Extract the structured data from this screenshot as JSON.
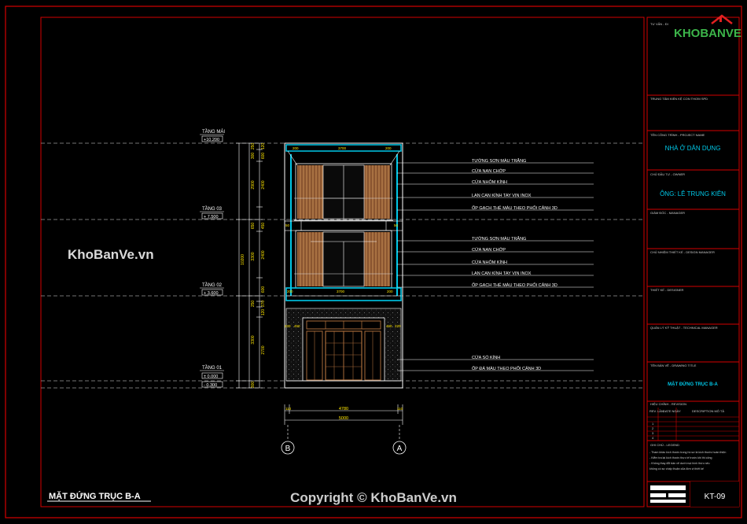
{
  "title_block": {
    "top_label": "TƯ VẤN - ĐI",
    "brand": "KHOBANVE",
    "consultant_label": "TRUNG TÂM KIẾN KỆ CON THƠM SPD",
    "project_label": "TÊN CÔNG TRÌNH - PROJECT NAME",
    "project_name": "NHÀ Ở DÂN DỤNG",
    "owner_label": "CHỦ ĐẦU TƯ - OWNER",
    "owner_name": "ÔNG: LÊ TRUNG KIÊN",
    "manager_label": "GIÁM ĐỐC - MANAGER",
    "design_manager_label": "CHỦ NHIỆM THIẾT KẾ - DESIGN MANAGER",
    "designer_label": "THIẾT KẾ - DESIGNER",
    "tech_manager_label": "QUẢN LÝ KỸ THUẬT - TECHNICAL MANAGER",
    "drawing_label": "TÊN BẢN VẼ - DRAWING TITLE",
    "drawing_title": "MẶT ĐỨNG TRỤC B-A",
    "revision_label": "HIỆU CHỈNH - REVISION",
    "rev_headers": [
      "REV. LẦN",
      "DATE NGÀY",
      "DESCRIPTION MÔ TẢ"
    ],
    "rev_numbers": [
      "1",
      "2",
      "3",
      "4"
    ],
    "legend_label": "GHI CHÚ - LEGEND",
    "legend_lines": [
      "- Tham khảo kích thước trong hồ sơ là kích thước hoàn thiện",
      "- Kiểm tra lại kích thước thực tế trước khi thi công",
      "- Không thay đổi bản vẽ dưới mọi hình thức nếu",
      "  không có sự chấp thuận của đơn vị thiết kế"
    ],
    "sheet_number": "KT-09"
  },
  "levels": [
    {
      "name": "TẦNG MÁI",
      "elevation": "+10.200"
    },
    {
      "name": "TẦNG 03",
      "elevation": "+ 7.500"
    },
    {
      "name": "TẦNG 02",
      "elevation": "+ 3.600"
    },
    {
      "name": "TẦNG 01",
      "elevation": "± 0.000"
    },
    {
      "name": "",
      "elevation": "- 0.300"
    }
  ],
  "dimensions": {
    "outer_left": [
      "250",
      "300",
      "2900",
      "650",
      "3300",
      "250",
      "3300",
      "300"
    ],
    "inner_left": [
      "120",
      "600",
      "2400",
      "450",
      "2400",
      "600",
      "270",
      "120",
      "2700"
    ],
    "total_height": "10200",
    "width_inner": "4780",
    "width_outer": "5000",
    "side_small": "110",
    "inner_widths": [
      "200",
      "3700",
      "200"
    ],
    "door_widths": [
      "220",
      "450",
      "450",
      "220"
    ],
    "top_dims": [
      "200",
      "3700",
      "200"
    ],
    "mid_dims": [
      "50",
      "50"
    ]
  },
  "notes_upper": [
    "TƯỜNG SƠN MÀU TRẮNG",
    "CỬA NAN CHỚP",
    "CỬA NHÔM KÍNH",
    "LAN CAN KÍNH TAY VỊN INOX",
    "ỐP GẠCH THẺ MÀU THEO PHỐI CẢNH 3D"
  ],
  "notes_middle": [
    "TƯỜNG SƠN MÀU TRẮNG",
    "CỬA NAN CHỚP",
    "CỬA NHÔM KÍNH",
    "LAN CAN KÍNH TAY VỊN INOX",
    "ỐP GẠCH THẺ MÀU THEO PHỐI CẢNH 3D"
  ],
  "notes_lower": [
    "CỬA SỔ KÍNH",
    "ỐP ĐÁ MÀU THEO PHỐI CẢNH 3D"
  ],
  "axes": [
    "B",
    "A"
  ],
  "drawing_caption": "MẶT ĐỨNG TRỤC B-A",
  "watermark_left": "KhoBanVe.vn",
  "copyright": "Copyright © KhoBanVe.vn",
  "colors": {
    "frame": "#d40000",
    "dim": "#ffe600",
    "slab": "#00c8e8",
    "wood": "#a66a3a",
    "white": "#ffffff",
    "brand_green": "#3cb54a",
    "brand_blue": "#1a5fb4"
  }
}
